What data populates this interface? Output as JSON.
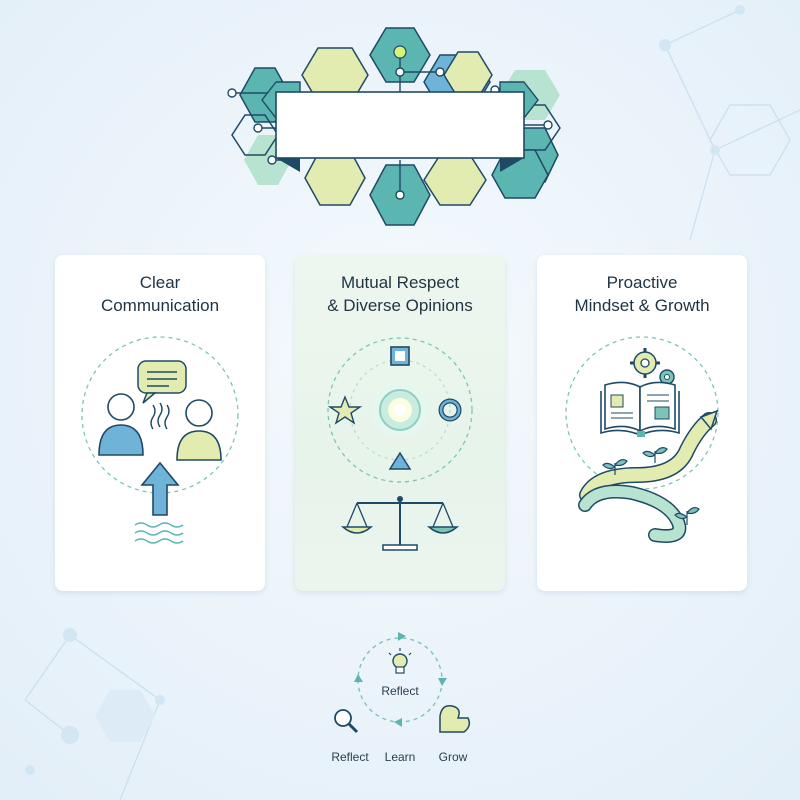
{
  "banner": {
    "text": ""
  },
  "cards": [
    {
      "title_line1": "Clear",
      "title_line2": "Communication",
      "icon": "people-conversation-icon"
    },
    {
      "title_line1": "Mutual Respect",
      "title_line2": "& Diverse Opinions",
      "icon": "balance-scale-icon"
    },
    {
      "title_line1": "Proactive",
      "title_line2": "Mindset & Growth",
      "icon": "open-book-growth-path-icon"
    }
  ],
  "cycle": {
    "center_label": "Reflect",
    "labels": [
      "Reflect",
      "Learn",
      "Grow"
    ],
    "icons": [
      "lightbulb-icon",
      "magnifier-icon",
      "flexed-arm-icon"
    ]
  },
  "colors": {
    "teal": "#5bb5b0",
    "lime": "#e3ecb0",
    "blue": "#6fb3d9",
    "navy": "#1f4a66",
    "mint": "#b7e3d0"
  }
}
